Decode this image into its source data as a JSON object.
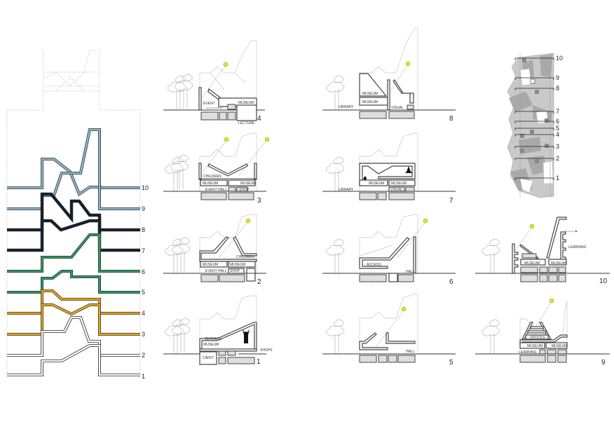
{
  "colors": {
    "light_blue": "#8fb8cf",
    "navy": "#14202e",
    "green": "#2e9a62",
    "orange": "#e8a91c",
    "white_line": "#ffffff",
    "sun": "#f2e600"
  },
  "stack_diagram": {
    "line_numbers": [
      "10",
      "9",
      "8",
      "7",
      "6",
      "5",
      "4",
      "3",
      "2",
      "1"
    ]
  },
  "plan": {
    "cut_labels": [
      "10",
      "9",
      "8",
      "7",
      "6",
      "5",
      "4",
      "3",
      "2",
      "1"
    ]
  },
  "sections": {
    "s4": {
      "number": "4",
      "labels": {
        "event": "EVENT",
        "museum": "MUSEUM",
        "lecture": "LECTURE"
      }
    },
    "s8": {
      "number": "8",
      "labels": {
        "museum1": "MUSEUM",
        "museum2": "MUSEUM",
        "library": "LIBRARY",
        "visual": "VISUAL"
      }
    },
    "s3": {
      "number": "3",
      "labels": {
        "children": "CHILDREN",
        "museum1": "MUSEUM",
        "museum2": "MUSEUM",
        "event_hall": "EVENT HALL",
        "shop": "SHOP"
      }
    },
    "s7": {
      "number": "7",
      "labels": {
        "museum1": "MUSEUM",
        "museum2": "MUSEUM",
        "library": "LIBRARY",
        "visual": "VISUAL"
      }
    },
    "s2": {
      "number": "2",
      "labels": {
        "children": "CHILDREN",
        "museum1": "MUSEUM",
        "museum2": "MUSEUM",
        "event_hall": "EVENT HALL",
        "shop": "SHOP"
      }
    },
    "s6": {
      "number": "6",
      "labels": {
        "access": "ACCESS",
        "hall": "HALL"
      }
    },
    "s10": {
      "number": "10",
      "labels": {
        "museum1": "MUSEUM",
        "museum2": "MUSEUM",
        "learning": "LEARNING"
      }
    },
    "s1": {
      "number": "1",
      "labels": {
        "terrace": "TERRACE",
        "museum": "MUSEUM",
        "cafet": "CAFET",
        "shops": "SHOPS"
      }
    },
    "s5": {
      "number": "5",
      "labels": {
        "hall": "HALL"
      }
    },
    "s9": {
      "number": "9",
      "labels": {
        "offices": "OFFICES",
        "museum1": "MUSEUM",
        "museum2": "MUSEUM",
        "learning": "LEARNING"
      }
    }
  }
}
